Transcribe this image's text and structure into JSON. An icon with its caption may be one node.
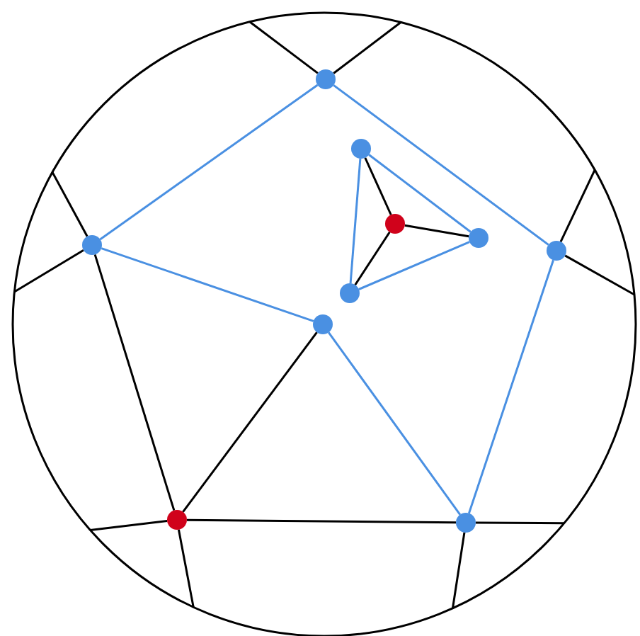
{
  "diagram": {
    "nodes": [
      {
        "text": [],
        "shape": "circle"
      },
      {
        "text": [],
        "shape": "circle",
        "in": 0
      },
      {
        "text": [],
        "shape": "circle",
        "in": 0
      },
      {
        "text": [],
        "shape": "circle",
        "in": 0
      },
      {
        "text": [],
        "shape": "circle",
        "in": 0
      },
      {
        "text": [],
        "shape": "circle",
        "in": 0
      },
      {
        "text": [],
        "shape": "circle",
        "in": 0
      },
      {
        "text": [],
        "shape": "circle",
        "in": 0
      },
      {
        "text": [],
        "shape": "circle",
        "in": 0
      },
      {
        "text": [],
        "shape": "circle",
        "in": 0
      },
      {
        "text": [],
        "shape": "circle",
        "in": 0
      }
    ],
    "edges": [
      {
        "from": 1,
        "to": 5,
        "arrow": "none",
        "color": "#4a90e2"
      },
      {
        "from": 1,
        "to": 6,
        "arrow": "none",
        "color": "#4a90e2"
      },
      {
        "from": 2,
        "to": 4,
        "arrow": "none",
        "color": "#4a90e2"
      },
      {
        "from": 2,
        "to": 7,
        "arrow": "none",
        "color": "#4a90e2"
      },
      {
        "from": 7,
        "to": 4,
        "arrow": "none",
        "color": "#4a90e2"
      },
      {
        "from": 5,
        "to": 8,
        "arrow": "none",
        "color": "#4a90e2"
      },
      {
        "from": 8,
        "to": 10,
        "arrow": "none",
        "color": "#4a90e2"
      },
      {
        "from": 6,
        "to": 10,
        "arrow": "none",
        "color": "#4a90e2"
      },
      {
        "from": 2,
        "to": 3,
        "arrow": "none"
      },
      {
        "from": 3,
        "to": 4,
        "arrow": "none"
      },
      {
        "from": 3,
        "to": 7,
        "arrow": "none"
      },
      {
        "from": 5,
        "to": 9,
        "arrow": "none"
      },
      {
        "from": 8,
        "to": 9,
        "arrow": "none"
      },
      {
        "from": 9,
        "to": 10,
        "arrow": "none"
      },
      {
        "from": 1,
        "to": 0,
        "arrow": "none"
      },
      {
        "from": 1,
        "to": 0,
        "arrow": "none"
      },
      {
        "from": 5,
        "to": 0,
        "arrow": "none"
      },
      {
        "from": 5,
        "to": 0,
        "arrow": "none"
      },
      {
        "from": 6,
        "to": 0,
        "arrow": "none"
      },
      {
        "from": 6,
        "to": 0,
        "arrow": "none"
      },
      {
        "from": 9,
        "to": 0,
        "arrow": "none"
      },
      {
        "from": 9,
        "to": 0,
        "arrow": "none"
      },
      {
        "from": 10,
        "to": 0,
        "arrow": "none"
      },
      {
        "from": 10,
        "to": 0,
        "arrow": "none"
      }
    ]
  }
}
